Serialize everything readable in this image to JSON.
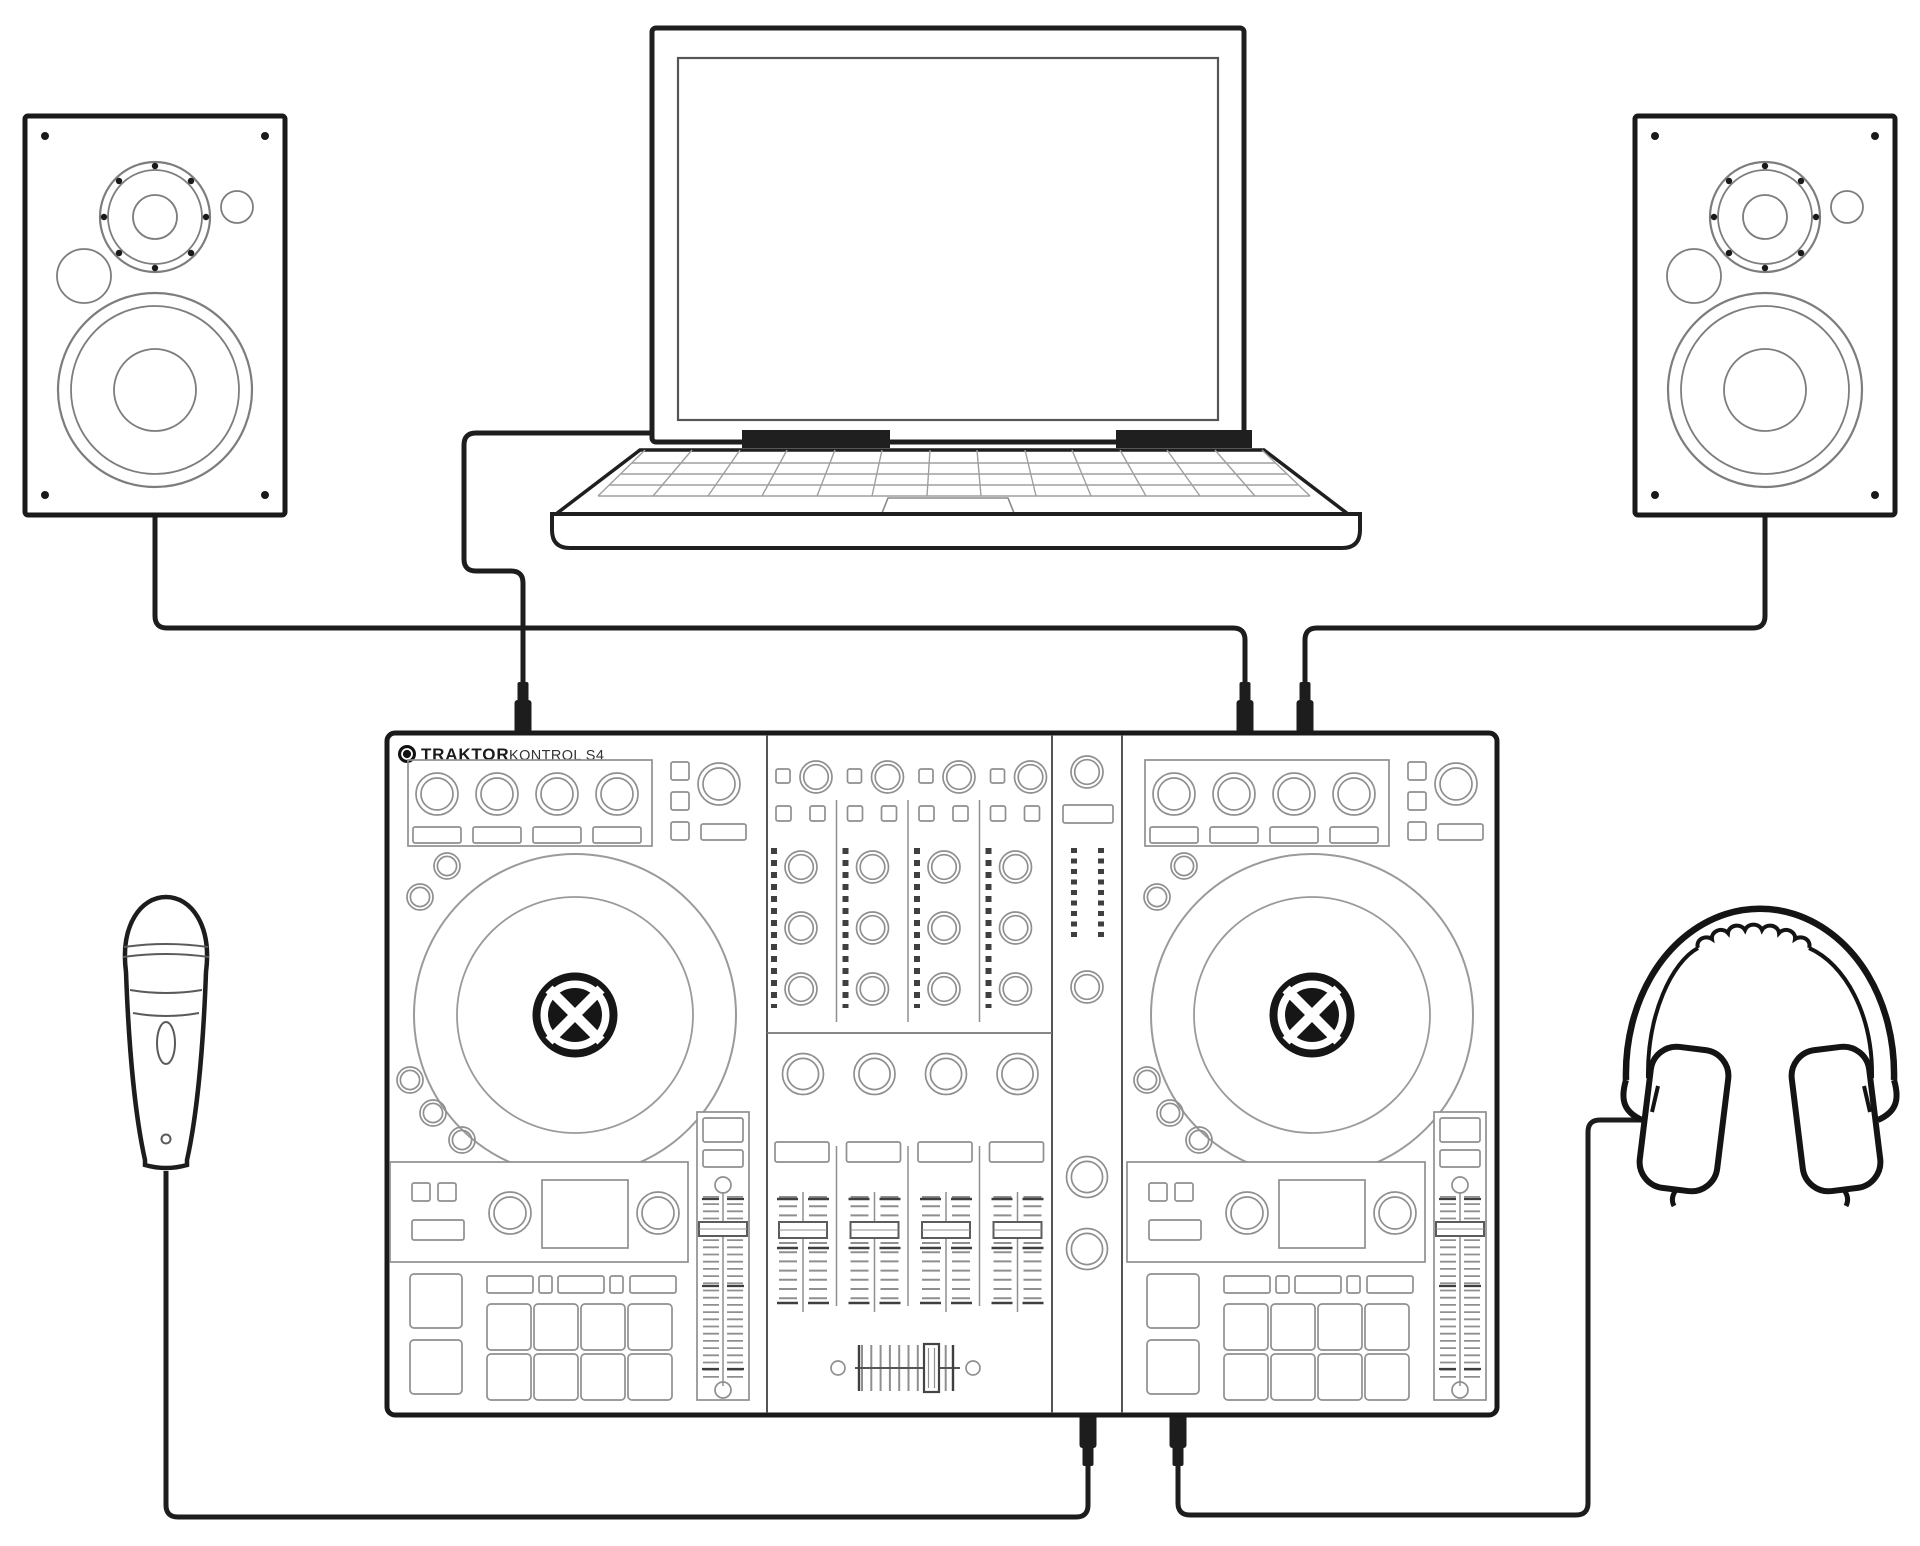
{
  "diagram": {
    "controller_label": {
      "brand": "TRAKTOR",
      "model": "KONTROL S4"
    },
    "devices": [
      {
        "id": "laptop",
        "icon": "laptop-icon"
      },
      {
        "id": "monitor-speaker-left",
        "icon": "studio-monitor-icon"
      },
      {
        "id": "monitor-speaker-right",
        "icon": "studio-monitor-icon"
      },
      {
        "id": "dj-controller",
        "icon": "dj-controller-icon",
        "label": "TRAKTOR KONTROL S4"
      },
      {
        "id": "microphone",
        "icon": "microphone-icon"
      },
      {
        "id": "headphones",
        "icon": "headphones-icon"
      }
    ],
    "connections": [
      {
        "from": "laptop",
        "to": "dj-controller",
        "end": "top-left-plug"
      },
      {
        "from": "monitor-speaker-left",
        "to": "dj-controller",
        "end": "top-right-plug-1"
      },
      {
        "from": "monitor-speaker-right",
        "to": "dj-controller",
        "end": "top-right-plug-2"
      },
      {
        "from": "microphone",
        "to": "dj-controller",
        "end": "bottom-plug-1"
      },
      {
        "from": "headphones",
        "to": "dj-controller",
        "end": "bottom-plug-2"
      }
    ],
    "colors": {
      "ink": "#1d1d1d",
      "panel_detail": "#8f8f8f",
      "dark_detail": "#3f3f3f",
      "background": "#ffffff"
    }
  }
}
